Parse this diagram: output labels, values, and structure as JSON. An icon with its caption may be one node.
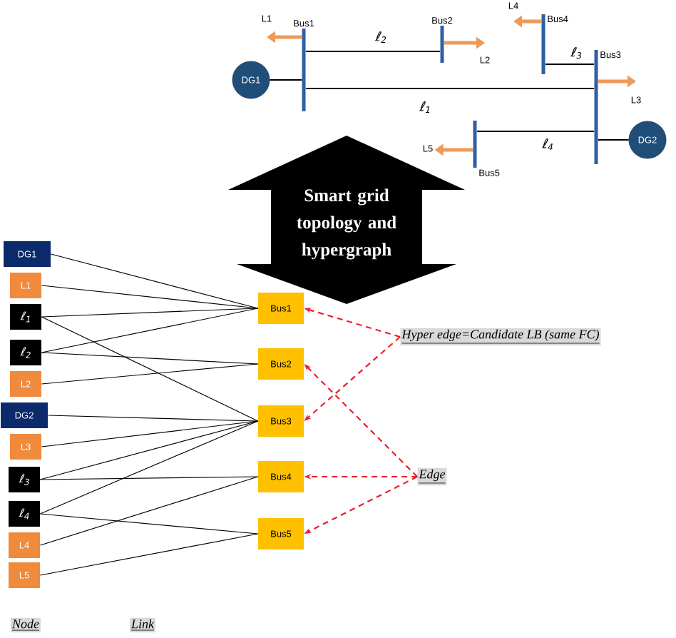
{
  "diagram": {
    "nodes": [
      {
        "text": [
          "L1"
        ]
      },
      {
        "text": [
          "Bus1"
        ]
      },
      {
        "text": [
          "Bus2"
        ]
      },
      {
        "text": [
          "L4"
        ]
      },
      {
        "text": [
          "Bus4"
        ]
      },
      {
        "text": [
          "DG1"
        ]
      },
      {
        "text": [
          "L2"
        ]
      },
      {
        "text": [
          "Bus3"
        ]
      },
      {
        "text": [
          "L3"
        ]
      },
      {
        "text": [
          "L5"
        ]
      },
      {
        "text": [
          "DG2"
        ]
      },
      {
        "text": [
          "Bus5"
        ]
      },
      {
        "text": [
          "Smart grid topology and hypergraph"
        ]
      },
      {
        "text": [
          "DG1"
        ]
      },
      {
        "text": [
          "L1"
        ]
      },
      {
        "text": [
          "ℓ$_{1}$"
        ]
      },
      {
        "text": [
          "ℓ$_{2}$"
        ]
      },
      {
        "text": [
          "L2"
        ]
      },
      {
        "text": [
          "DG2"
        ]
      },
      {
        "text": [
          "L3"
        ]
      },
      {
        "text": [
          "ℓ$_{3}$"
        ]
      },
      {
        "text": [
          "ℓ$_{4}$"
        ]
      },
      {
        "text": [
          "L4"
        ]
      },
      {
        "text": [
          "L5"
        ]
      },
      {
        "text": [
          "Bus1"
        ]
      },
      {
        "text": [
          "Bus2"
        ]
      },
      {
        "text": [
          "Bus3"
        ]
      },
      {
        "text": [
          "Bus4"
        ]
      },
      {
        "text": [
          "Bus5"
        ]
      },
      {
        "text": [
          "Hyper edge=Candidate LB (same FC)"
        ]
      },
      {
        "text": [
          "Edge"
        ]
      }
    ],
    "edges": [
      {
        "from": 1,
        "to": 0,
        "arrow": "to",
        "style": "thick",
        "color": "#ed9a59"
      },
      {
        "from": 2,
        "to": 6,
        "arrow": "to",
        "style": "thick",
        "color": "#ed9a59"
      },
      {
        "from": 4,
        "to": 3,
        "arrow": "to",
        "style": "thick",
        "color": "#ed9a59"
      },
      {
        "from": 7,
        "to": 8,
        "arrow": "to",
        "style": "thick",
        "color": "#ed9a59"
      },
      {
        "from": 11,
        "to": 9,
        "arrow": "to",
        "style": "thick",
        "color": "#ed9a59"
      },
      {
        "from": 5,
        "to": 1,
        "arrow": "none"
      },
      {
        "from": 10,
        "to": 7,
        "arrow": "none"
      },
      {
        "from": 1,
        "to": 2,
        "arrow": "none",
        "label": "ℓ$_{2}$"
      },
      {
        "from": 1,
        "to": 7,
        "arrow": "none",
        "label": "ℓ$_{1}$"
      },
      {
        "from": 4,
        "to": 7,
        "arrow": "none",
        "label": "ℓ$_{3}$"
      },
      {
        "from": 11,
        "to": 7,
        "arrow": "none",
        "label": "ℓ$_{4}$"
      },
      {
        "from": 13,
        "to": 24,
        "arrow": "none"
      },
      {
        "from": 14,
        "to": 24,
        "arrow": "none"
      },
      {
        "from": 15,
        "to": 24,
        "arrow": "none"
      },
      {
        "from": 16,
        "to": 24,
        "arrow": "none"
      },
      {
        "from": 15,
        "to": 26,
        "arrow": "none"
      },
      {
        "from": 16,
        "to": 25,
        "arrow": "none"
      },
      {
        "from": 17,
        "to": 25,
        "arrow": "none"
      },
      {
        "from": 18,
        "to": 26,
        "arrow": "none"
      },
      {
        "from": 19,
        "to": 26,
        "arrow": "none"
      },
      {
        "from": 20,
        "to": 26,
        "arrow": "none"
      },
      {
        "from": 21,
        "to": 26,
        "arrow": "none"
      },
      {
        "from": 20,
        "to": 27,
        "arrow": "none"
      },
      {
        "from": 22,
        "to": 27,
        "arrow": "none"
      },
      {
        "from": 21,
        "to": 28,
        "arrow": "none"
      },
      {
        "from": 23,
        "to": 28,
        "arrow": "none"
      },
      {
        "from": 29,
        "to": 24,
        "arrow": "to",
        "style": "dashed",
        "color": "#e8202a"
      },
      {
        "from": 29,
        "to": 26,
        "arrow": "to",
        "style": "dashed",
        "color": "#e8202a"
      },
      {
        "from": 30,
        "to": 25,
        "arrow": "to",
        "style": "dashed",
        "color": "#e8202a"
      },
      {
        "from": 30,
        "to": 27,
        "arrow": "to",
        "style": "dashed",
        "color": "#e8202a"
      },
      {
        "from": 30,
        "to": 28,
        "arrow": "to",
        "style": "dashed",
        "color": "#e8202a"
      }
    ],
    "labels": [
      "Node",
      "Link"
    ]
  }
}
